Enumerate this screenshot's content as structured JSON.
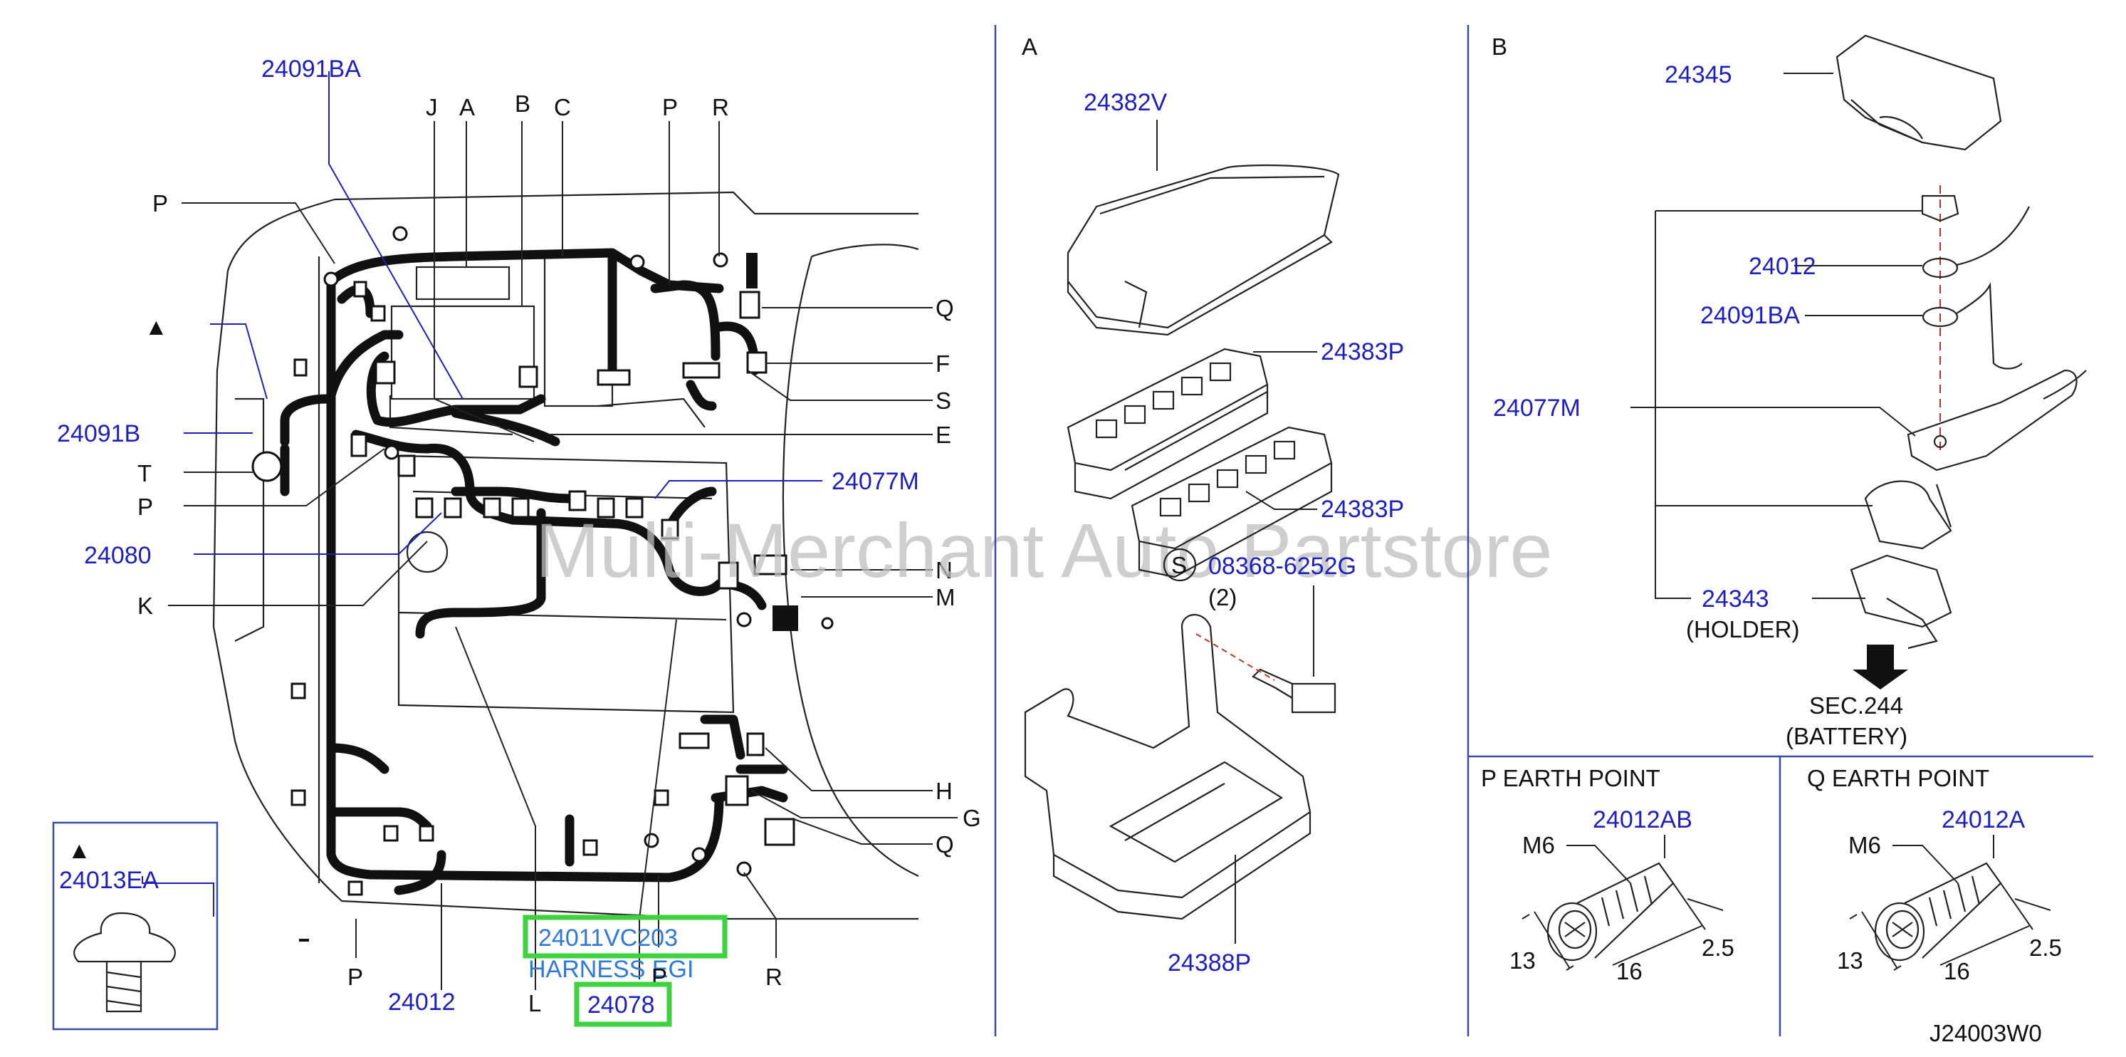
{
  "watermark": "Multi-Merchant Auto Partstore",
  "drawing_code": "J24003W0",
  "main_view": {
    "part_labels": {
      "p24091BA": "24091BA",
      "p24091B": "24091B",
      "p24080": "24080",
      "p24077M": "24077M",
      "p24013EA": "24013EA",
      "p24012": "24012",
      "p24011VC203": "24011VC203",
      "p24078": "24078"
    },
    "harness_egi_label": "HARNESS  EGI",
    "letters": {
      "J": "J",
      "A": "A",
      "B": "B",
      "C": "C",
      "P_top": "P",
      "R_top": "R",
      "P_left": "P",
      "triangle_left": "▲",
      "T": "T",
      "P_mid": "P",
      "K": "K",
      "Q_right": "Q",
      "F": "F",
      "S": "S",
      "E": "E",
      "N": "N",
      "M": "M",
      "H": "H",
      "G": "G",
      "Q_low": "Q",
      "P_bottom": "P",
      "L": "L",
      "P_harness": "P",
      "R_bottom": "R"
    },
    "inset_marker": "▲"
  },
  "panel_a": {
    "title": "A",
    "labels": {
      "p24382V": "24382V",
      "p24383P_top": "24383P",
      "p24383P_bottom": "24383P",
      "s_symbol": "S",
      "bolt": "08368-6252G",
      "bolt_qty": "(2)",
      "p24388P": "24388P"
    }
  },
  "panel_b": {
    "title": "B",
    "labels": {
      "p24345": "24345",
      "p24012": "24012",
      "p24091BA": "24091BA",
      "p24077M": "24077M",
      "p24343": "24343",
      "holder": "(HOLDER)",
      "sec": "SEC.244",
      "battery": "(BATTERY)"
    }
  },
  "panel_p": {
    "title": "P   EARTH   POINT",
    "part": "24012AB",
    "thread": "M6",
    "dim_head": "13",
    "dim_length": "16",
    "dim_tip": "2.5"
  },
  "panel_q": {
    "title": "Q   EARTH   POINT",
    "part": "24012A",
    "thread": "M6",
    "dim_head": "13",
    "dim_length": "16",
    "dim_tip": "2.5"
  },
  "colors": {
    "label_blue": "#1f1fbf",
    "highlight_green": "#3fd23f",
    "divider": "#3a4aa8"
  }
}
